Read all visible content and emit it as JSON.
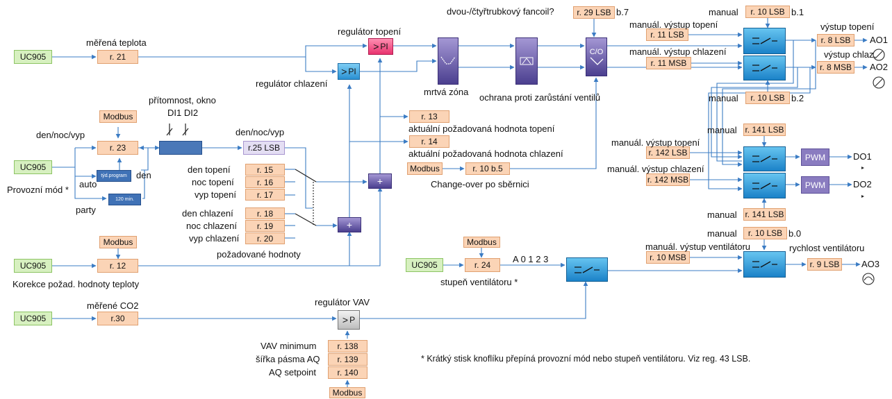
{
  "labels": {
    "measured_temp": "měřená teplota",
    "heat_reg": "regulátor topení",
    "cool_reg": "regulátor chlazení",
    "deadzone": "mrtvá zóna",
    "valve_protect": "ochrana proti zarůstání ventilů",
    "fancoil": "dvou-/čtyřtrubkový fancoil?",
    "manual_top": "manual",
    "manual_out_heat": "manuál. výstup topení",
    "manual_out_cool": "manuál. výstup chlazení",
    "out_heat": "výstup topení",
    "out_cool": "výstup chlaz.",
    "manual_mid": "manual",
    "presence": "přítomnost, okno",
    "di": "DI1 DI2",
    "day_night_off": "den/noc/vyp",
    "day_night_off2": "den/noc/vyp",
    "auto": "auto",
    "day": "den",
    "op_mode": "Provozní mód *",
    "party": "party",
    "cur_heat": "aktuální požadovaná hodnota topení",
    "cur_cool": "aktuální požadovaná hodnota chlazení",
    "changeover": "Change-over po sběrnici",
    "den_topeni": "den topení",
    "noc_topeni": "noc topení",
    "vyp_topeni": "vyp topení",
    "den_chlazeni": "den chlazení",
    "noc_chlazeni": "noc chlazení",
    "vyp_chlazeni": "vyp chlazení",
    "setpoints": "požadované hodnoty",
    "manual_do1": "manual",
    "manual_out_heat2": "manuál. výstup topení",
    "manual_out_cool2": "manuál. výstup chlazení",
    "manual_do2": "manual",
    "manual_fan": "manual",
    "manual_out_fan": "manuál. výstup ventilátoru",
    "fan_speed": "rychlost ventilátoru",
    "correction": "Korekce požad. hodnoty teploty",
    "fan_levels": "A 0 1 2 3",
    "fan_stage": "stupeň ventilátoru *",
    "measured_co2": "měřené CO2",
    "vav_reg": "regulátor VAV",
    "vav_min": "VAV minimum",
    "aq_band": "šířka pásma AQ",
    "aq_setpoint": "AQ setpoint",
    "footnote": "* Krátký stisk knoflíku přepíná provozní mód nebo stupeň ventilátoru. Viz reg. 43 LSB.",
    "ao1": "AO1",
    "ao2": "AO2",
    "ao3": "AO3",
    "do1": "DO1",
    "do2": "DO2",
    "b7": "b.7",
    "b1": "b.1",
    "b2": "b.2",
    "b0": "b.0"
  },
  "boxes": {
    "uc_temp": "UC905",
    "uc_mode": "UC905",
    "uc_corr": "UC905",
    "uc_co2": "UC905",
    "uc_fan": "UC905",
    "r21": "r. 21",
    "r23": "r. 23",
    "r12": "r. 12",
    "r30": "r.30",
    "modbus_mode": "Modbus",
    "modbus_corr": "Modbus",
    "modbus_fan": "Modbus",
    "modbus_vav": "Modbus",
    "modbus_co": "Modbus",
    "tyd": "týd.program",
    "min120": "120 min.",
    "r25": "r.25 LSB",
    "r15": "r. 15",
    "r16": "r. 16",
    "r17": "r. 17",
    "r18": "r. 18",
    "r19": "r. 19",
    "r20": "r. 20",
    "r13": "r. 13",
    "r14": "r. 14",
    "r10b5": "r. 10 b.5",
    "r29": "r. 29 LSB",
    "r10_top": "r. 10 LSB",
    "r11lsb": "r. 11 LSB",
    "r11msb": "r. 11 MSB",
    "r8lsb": "r. 8 LSB",
    "r8msb": "r. 8 MSB",
    "r10_mid": "r. 10 LSB",
    "r141_top": "r. 141 LSB",
    "r142lsb": "r. 142 LSB",
    "r142msb": "r. 142 MSB",
    "r141_bot": "r. 141 LSB",
    "r10_fan": "r. 10 LSB",
    "r10msb": "r. 10 MSB",
    "r9lsb": "r. 9 LSB",
    "r24": "r. 24",
    "r138": "r. 138",
    "r139": "r. 139",
    "r140": "r. 140",
    "pwm1": "PWM",
    "pwm2": "PWM",
    "pi_heat": "PI",
    "pi_cool": "PI",
    "p_vav": "P",
    "co": "C/O",
    "plus": "+"
  },
  "colors": {
    "line": "#3b7cc4",
    "register": "#fbd4b6",
    "input": "#d7f0c0",
    "switch": "#1b82c8",
    "processing": "#4b3f8f"
  }
}
